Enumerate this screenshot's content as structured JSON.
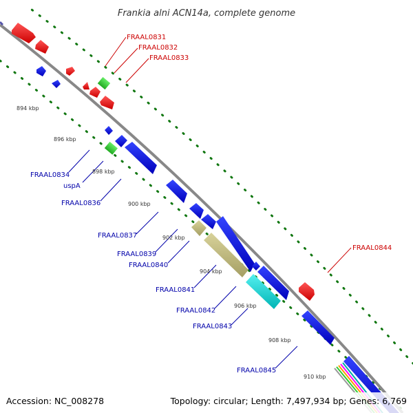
{
  "title": "Frankia alni ACN14a, complete genome",
  "footer": {
    "accession": "Accession: NC_008278",
    "summary": "Topology: circular; Length: 7,497,934 bp; Genes: 6,769"
  },
  "colors": {
    "forward_strand": "#ff0000",
    "reverse_strand": "#0000ff",
    "green_feature": "#33cc33",
    "khaki_feature": "#bdb77b",
    "cyan_feature": "#00cccc",
    "backbone": "#888888",
    "dot_track": "#117711",
    "label_red": "#cc0000",
    "label_blue": "#0000aa"
  },
  "kbp_ticks": [
    "894 kbp",
    "896 kbp",
    "898 kbp",
    "900 kbp",
    "902 kbp",
    "904 kbp",
    "906 kbp",
    "908 kbp",
    "910 kbp"
  ],
  "labels": {
    "outer": [
      "FRAAL0831",
      "FRAAL0832",
      "FRAAL0833",
      "FRAAL0844"
    ],
    "inner": [
      "FRAAL0834",
      "uspA",
      "FRAAL0836",
      "FRAAL0837",
      "FRAAL0839",
      "FRAAL0840",
      "FRAAL0841",
      "FRAAL0842",
      "FRAAL0843",
      "FRAAL0845"
    ]
  }
}
